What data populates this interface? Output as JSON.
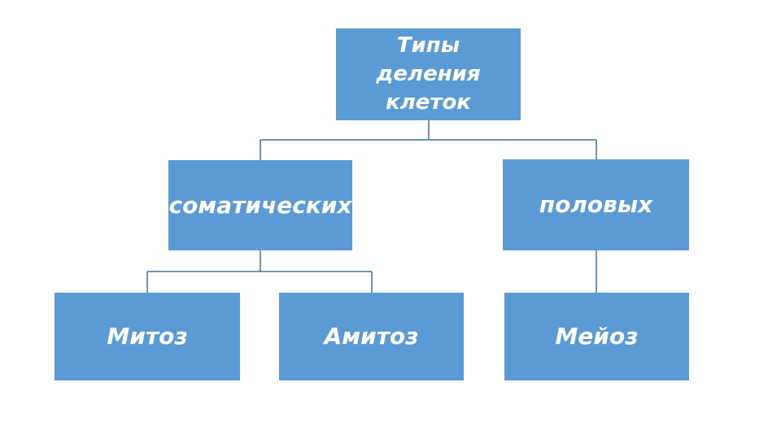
{
  "diagram": {
    "title_node": {
      "label": "Типы деления клеток"
    },
    "level2": [
      {
        "label": "соматических"
      },
      {
        "label": "половых"
      }
    ],
    "level3": [
      {
        "label": "Митоз"
      },
      {
        "label": "Амитоз"
      },
      {
        "label": "Мейоз"
      }
    ],
    "colors": {
      "box_fill": "#5B9BD5",
      "box_text": "#FFFFFF",
      "connector_line": "#41719C",
      "background": "#FFFFFF"
    }
  }
}
